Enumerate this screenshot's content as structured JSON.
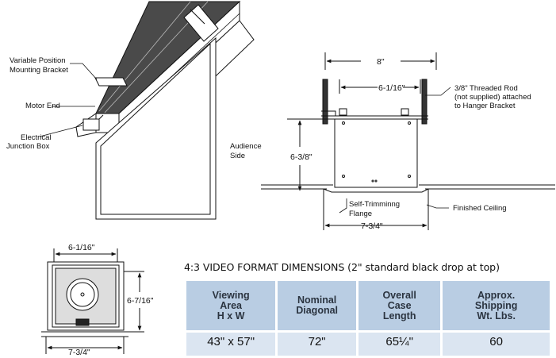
{
  "labels": {
    "variable_bracket": [
      "Variable Position",
      "Mounting Bracket"
    ],
    "motor_end": "Motor End",
    "junction_box": [
      "Electrical",
      "Junction Box"
    ],
    "audience_side": [
      "Audience",
      "Side"
    ],
    "threaded_rod": [
      "3/8\" Threaded Rod",
      "(not supplied) attached",
      "to Hanger Bracket"
    ],
    "self_trimming": [
      "Self-Trimminng",
      "Flange"
    ],
    "finished_ceiling": "Finished Ceiling"
  },
  "dimensions": {
    "top_width": "8\"",
    "rod_spacing": "6-1/16\"",
    "case_height": "6-3/8\"",
    "flange_width": "7-3/4\"",
    "end_top": "6-1/16\"",
    "end_height": "6-7/16\"",
    "end_bottom": "7-3/4\""
  },
  "table": {
    "title": "4:3 VIDEO FORMAT DIMENSIONS (2\" standard black drop at top)",
    "headers": [
      [
        "Viewing",
        "Area",
        "H x W"
      ],
      [
        "Nominal",
        "Diagonal"
      ],
      [
        "Overall",
        "Case",
        "Length"
      ],
      [
        "Approx.",
        "Shipping",
        "Wt. Lbs."
      ]
    ],
    "rows": [
      [
        "43\" x 57\"",
        "72\"",
        "65¼\"",
        "60"
      ]
    ]
  }
}
